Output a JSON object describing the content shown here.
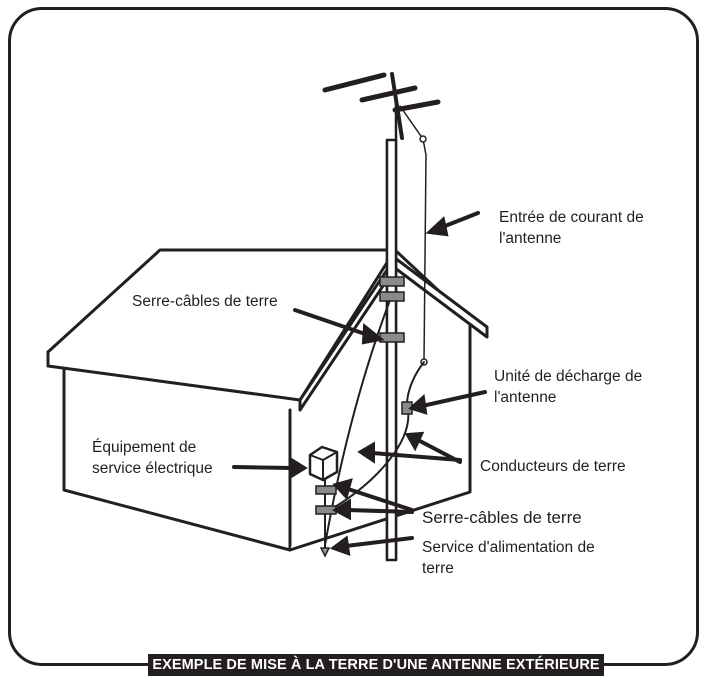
{
  "labels": {
    "antenna_lead_in_1": "Entrée de courant de",
    "antenna_lead_in_2": "l'antenne",
    "ground_clamps_top": "Serre-câbles de terre",
    "discharge_unit_1": "Unité de décharge de",
    "discharge_unit_2": "l'antenne",
    "electric_equipment_1": "Équipement de",
    "electric_equipment_2": "service électrique",
    "grounding_conductors": "Conducteurs de terre",
    "ground_clamps_bottom": "Serre-câbles de terre",
    "power_ground_1": "Service d'alimentation de",
    "power_ground_2": "terre"
  },
  "caption": "EXEMPLE DE MISE À LA TERRE D'UNE ANTENNE EXTÉRIEURE",
  "colors": {
    "ink": "#231f20",
    "clamp_gray": "#8a8a8a",
    "background": "#ffffff"
  }
}
